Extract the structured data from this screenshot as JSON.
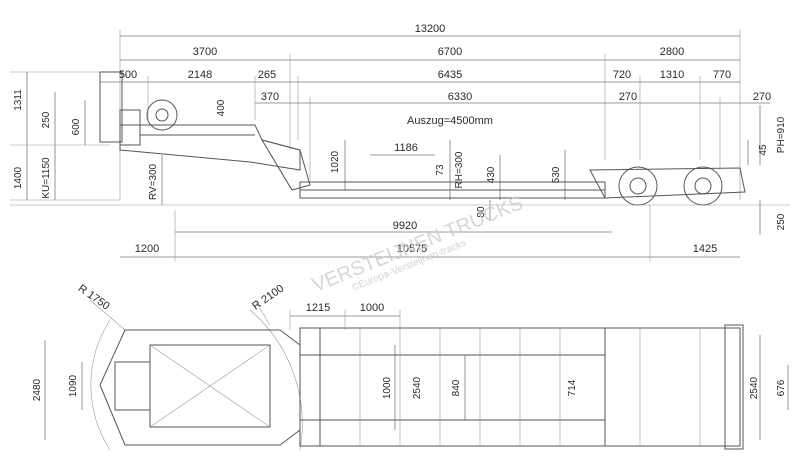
{
  "side_view": {
    "top_dims": [
      "13200",
      "3700",
      "6700",
      "2800",
      "500",
      "2148",
      "265",
      "6435",
      "720",
      "1310",
      "770",
      "370",
      "6330",
      "270",
      "270"
    ],
    "auszug": "Auszug=4500mm",
    "left_dims": [
      "1311",
      "250",
      "600",
      "400",
      "1400",
      "KU=1150",
      "RV=300"
    ],
    "mid_dims": [
      "1020",
      "1186",
      "73",
      "RH=300",
      "430",
      "530",
      "80"
    ],
    "right_dims": [
      "PH=910",
      "45",
      "250"
    ],
    "bottom_dims": [
      "9920",
      "1200",
      "10575",
      "1425"
    ]
  },
  "top_view": {
    "radius_labels": [
      "R 2100",
      "R 1750"
    ],
    "dims": [
      "1215",
      "1000",
      "2480",
      "1090",
      "2540",
      "840",
      "1000",
      "714",
      "2540",
      "676"
    ]
  },
  "watermark": {
    "brand": "VERSTEIJNEN TRUCKS",
    "site": "©Europa-Versteijnen-tracks"
  }
}
